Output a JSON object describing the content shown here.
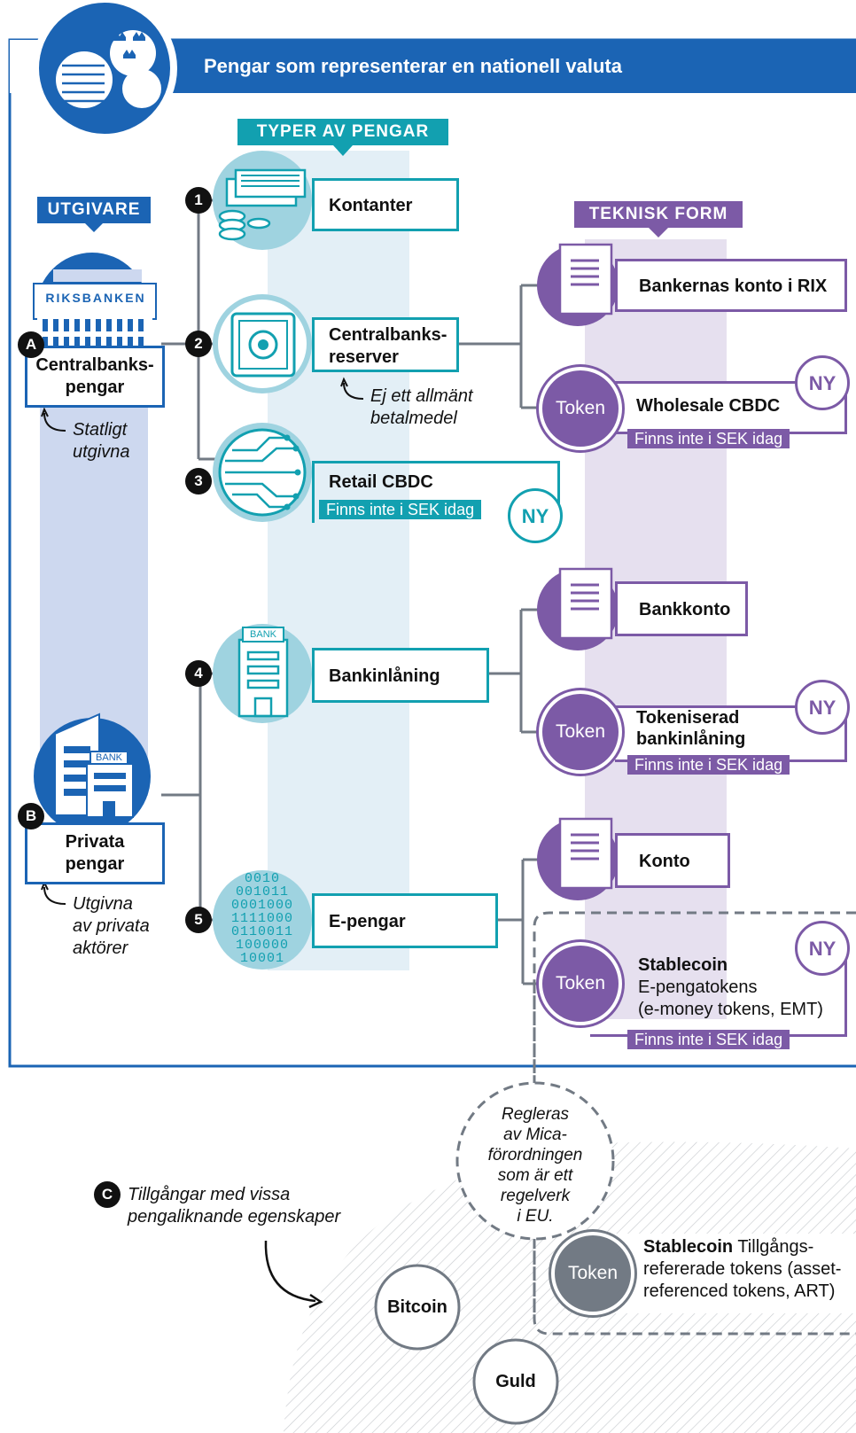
{
  "header": {
    "title": "Pengar som representerar en nationell valuta"
  },
  "tags": {
    "types": "TYPER AV PENGAR",
    "issuer": "UTGIVARE",
    "technical": "TEKNISK FORM"
  },
  "issuers": {
    "a": {
      "letter": "A",
      "label1": "Centralbanks-",
      "label2": "pengar",
      "note1": "Statligt",
      "note2": "utgivna",
      "building_text": "RIKSBANKEN"
    },
    "b": {
      "letter": "B",
      "label1": "Privata",
      "label2": "pengar",
      "note1": "Utgivna",
      "note2": "av privata",
      "note3": "aktörer",
      "building_text": "BANK"
    }
  },
  "money_types": [
    {
      "num": "1",
      "label": "Kontanter"
    },
    {
      "num": "2",
      "label1": "Centralbanks-",
      "label2": "reserver",
      "note1": "Ej ett allmänt",
      "note2": "betalmedel"
    },
    {
      "num": "3",
      "label": "Retail CBDC",
      "sub": "Finns inte i SEK idag",
      "ny": "NY"
    },
    {
      "num": "4",
      "label": "Bankinlåning",
      "icon_text": "BANK"
    },
    {
      "num": "5",
      "label": "E-pengar",
      "digits": [
        "0010",
        "001011",
        "0001000",
        "1111000",
        "0110011",
        "100000",
        "10001"
      ]
    }
  ],
  "forms": {
    "rix": "Bankernas konto i RIX",
    "wholesale": {
      "token": "Token",
      "label": "Wholesale CBDC",
      "sub": "Finns inte i SEK idag",
      "ny": "NY"
    },
    "bankkonto": "Bankkonto",
    "tokenized": {
      "token": "Token",
      "label1": "Tokeniserad",
      "label2": "bankinlåning",
      "sub": "Finns inte i SEK idag",
      "ny": "NY"
    },
    "konto": "Konto",
    "stablecoin": {
      "token": "Token",
      "label": "Stablecoin",
      "l2": "E-pengatokens",
      "l3": "(e-money tokens, EMT)",
      "sub": "Finns inte i SEK idag",
      "ny": "NY"
    }
  },
  "mica": [
    "Regleras",
    "av Mica-",
    "förordningen",
    "som är ett",
    "regelverk",
    "i EU."
  ],
  "assets": {
    "letter": "C",
    "label1": "Tillgångar med vissa",
    "label2": "pengaliknande egenskaper",
    "bitcoin": "Bitcoin",
    "guld": "Guld",
    "art": {
      "token": "Token",
      "bold": "Stablecoin",
      "rest1": " Tillgångs-",
      "l2": "refererade tokens (asset-",
      "l3": "referenced tokens, ART)"
    }
  },
  "colors": {
    "blue": "#1b64b4",
    "teal": "#12a0b0",
    "purple": "#7c5aa6",
    "gray": "#727a84"
  }
}
